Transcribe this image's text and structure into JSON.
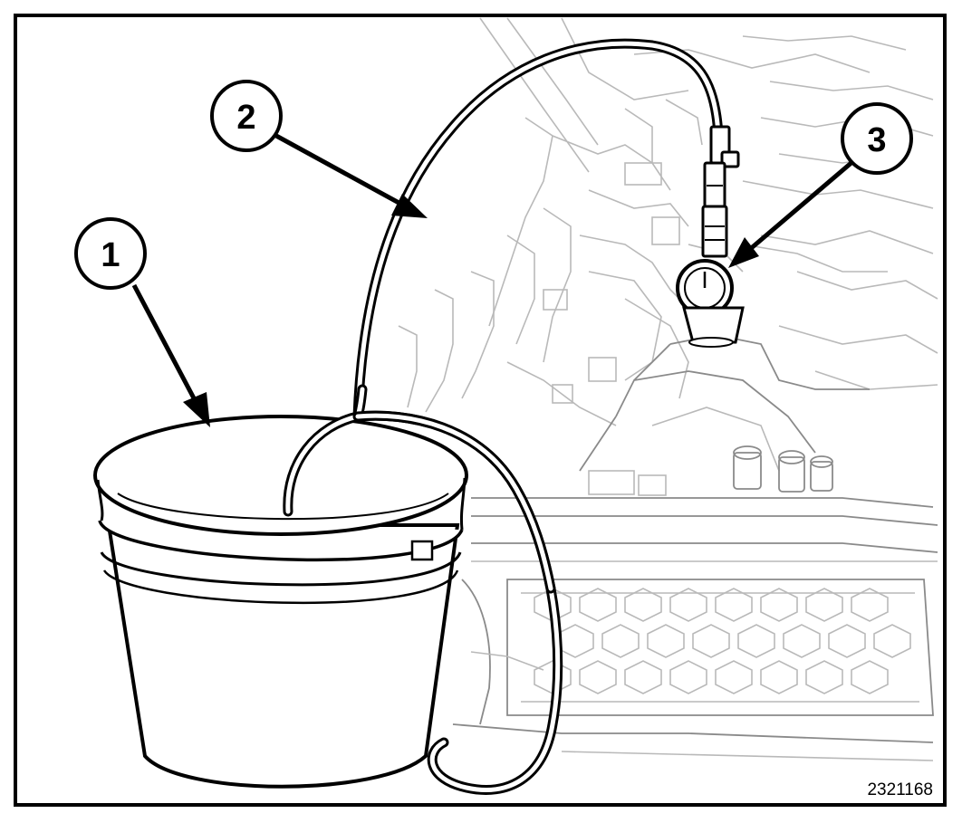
{
  "figure": {
    "callouts": [
      {
        "number": "1",
        "target": "bucket"
      },
      {
        "number": "2",
        "target": "drain-hose"
      },
      {
        "number": "3",
        "target": "pressure-gauge"
      }
    ],
    "figure_id": "2321168"
  }
}
